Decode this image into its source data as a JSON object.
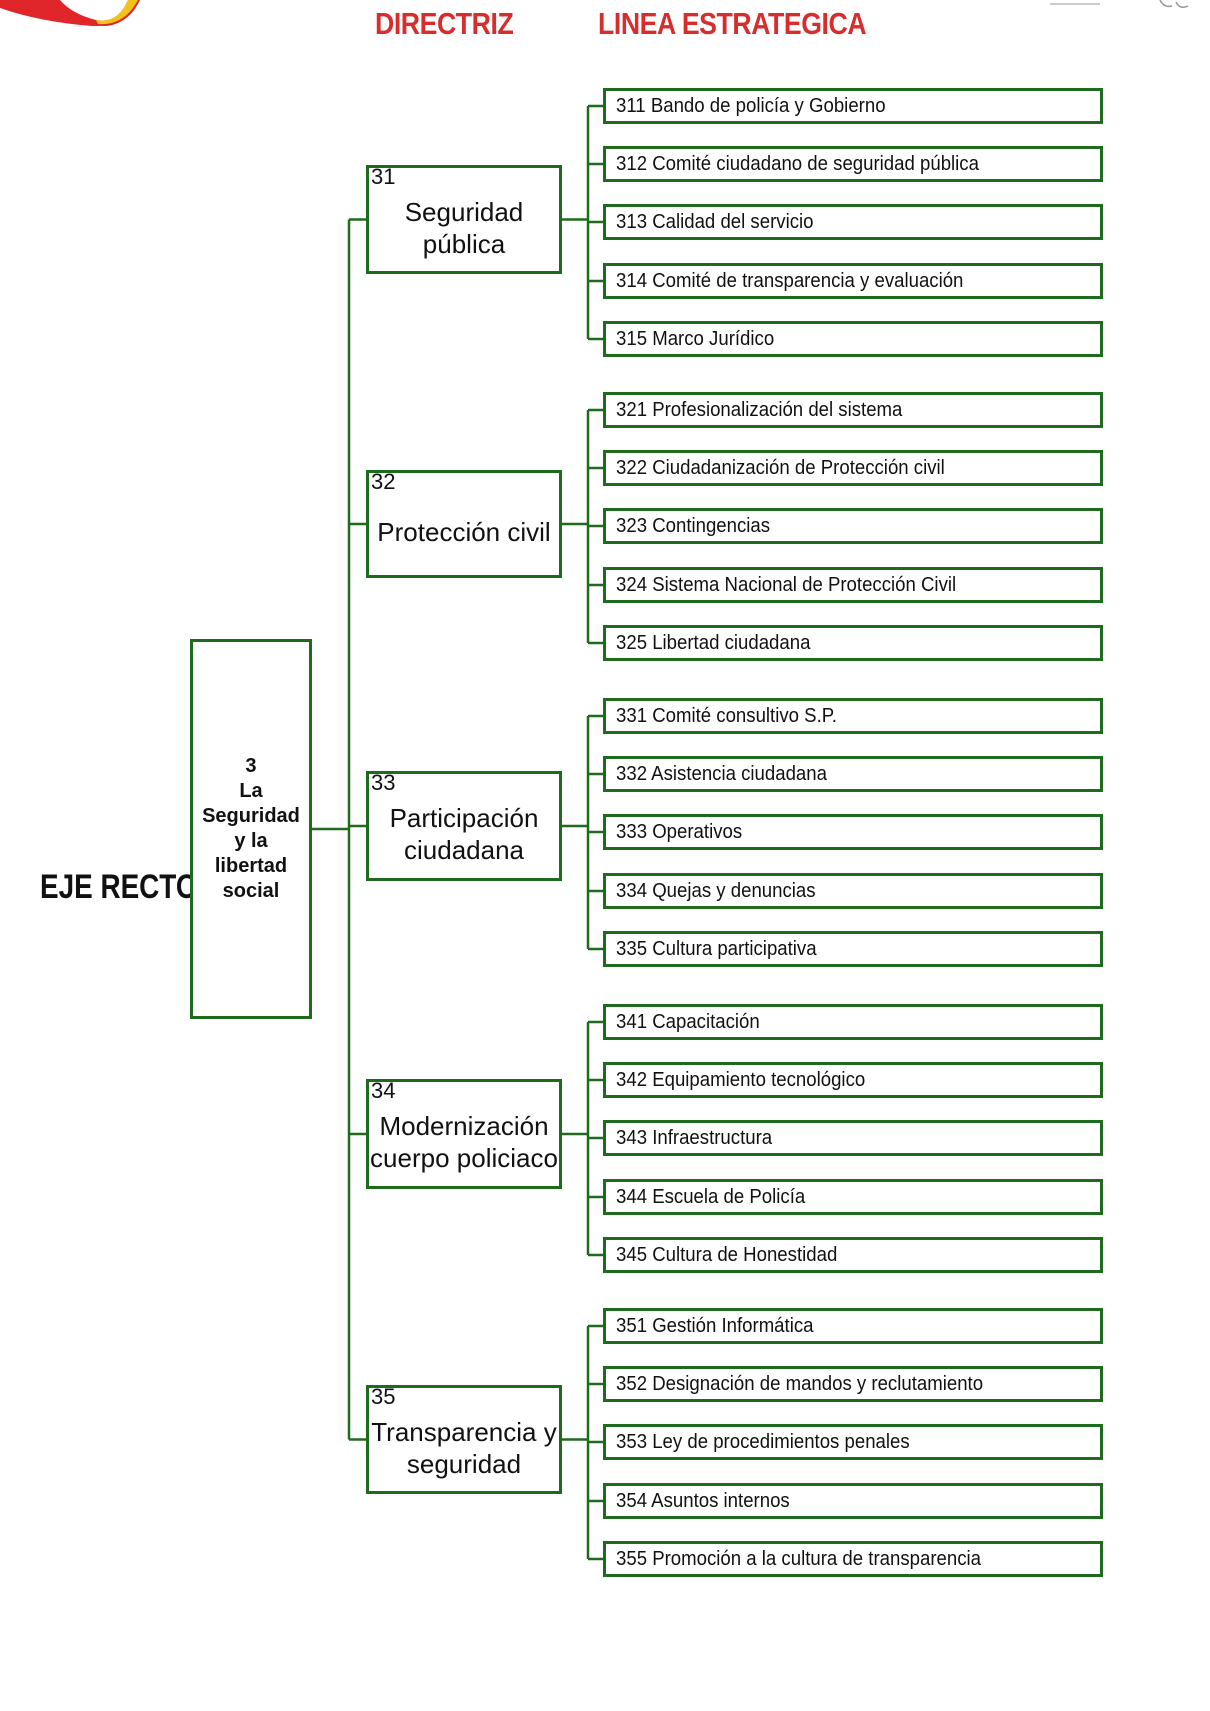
{
  "header": {
    "directriz": "DIRECTRIZ",
    "linea": "LINEA ESTRATEGICA",
    "eje": "EJE RECTOR"
  },
  "eje": {
    "lines": [
      "3",
      "La",
      "Seguridad",
      "y la",
      "libertad",
      "social"
    ]
  },
  "directrices": [
    {
      "num": "31",
      "name": [
        "Seguridad",
        "pública"
      ],
      "lineas": [
        "311 Bando de policía y Gobierno",
        "312 Comité ciudadano de seguridad pública",
        "313 Calidad del servicio",
        "314 Comité de transparencia y evaluación",
        "315 Marco Jurídico"
      ]
    },
    {
      "num": "32",
      "name": [
        "Protección civil"
      ],
      "lineas": [
        "321 Profesionalización del sistema",
        "322 Ciudadanización de Protección civil",
        "323 Contingencias",
        "324 Sistema Nacional de Protección Civil",
        "325 Libertad ciudadana"
      ]
    },
    {
      "num": "33",
      "name": [
        "Participación",
        "ciudadana"
      ],
      "lineas": [
        "331 Comité consultivo S.P.",
        "332 Asistencia ciudadana",
        "333 Operativos",
        "334 Quejas y denuncias",
        "335 Cultura participativa"
      ]
    },
    {
      "num": "34",
      "name": [
        "Modernización",
        "cuerpo policiaco"
      ],
      "lineas": [
        "341 Capacitación",
        "342 Equipamiento tecnológico",
        "343 Infraestructura",
        "344 Escuela de Policía",
        "345 Cultura de Honestidad"
      ]
    },
    {
      "num": "35",
      "name": [
        "Transparencia y",
        "seguridad"
      ],
      "lineas": [
        "351 Gestión Informática",
        "352 Designación de mandos y reclutamiento",
        "353 Ley de procedimientos penales",
        "354 Asuntos internos",
        "355 Promoción a la cultura de transparencia"
      ]
    }
  ],
  "colors": {
    "border": "#1e6b1e",
    "header": "#d82d2d",
    "logo_red": "#e0262a",
    "logo_yellow": "#f2c21a"
  }
}
